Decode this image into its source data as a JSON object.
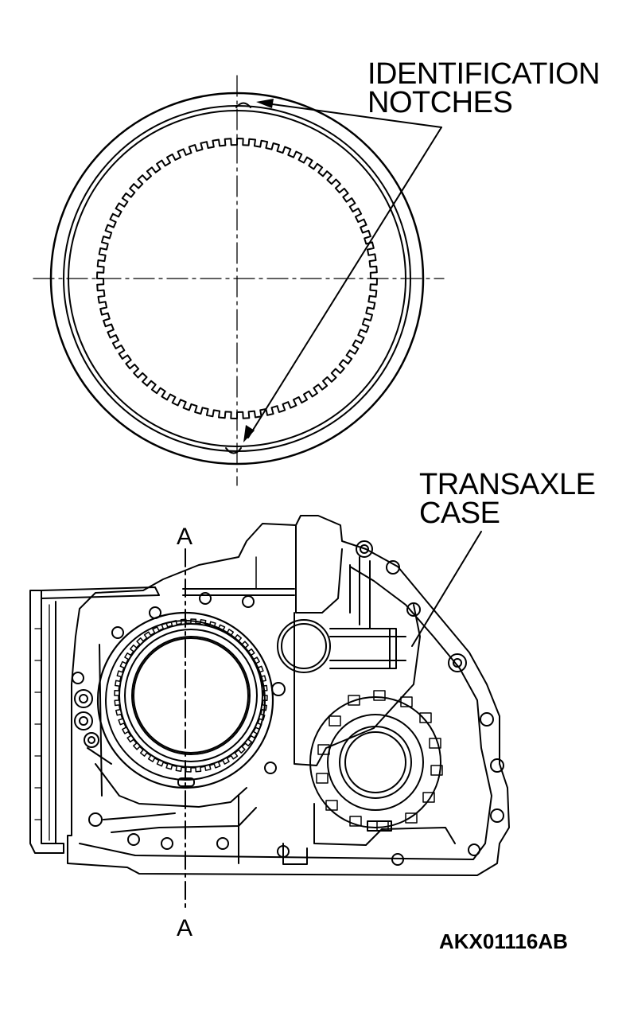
{
  "labels": {
    "identification_line1": "IDENTIFICATION",
    "identification_line2": "NOTCHES",
    "case_line1": "TRANSAXLE",
    "case_line2": "CASE",
    "section_top": "A",
    "section_bottom": "A",
    "figure_code": "AKX01116AB"
  },
  "colors": {
    "ink": "#000000",
    "paper": "#ffffff"
  },
  "clutch_plate": {
    "spline_teeth": 72
  }
}
